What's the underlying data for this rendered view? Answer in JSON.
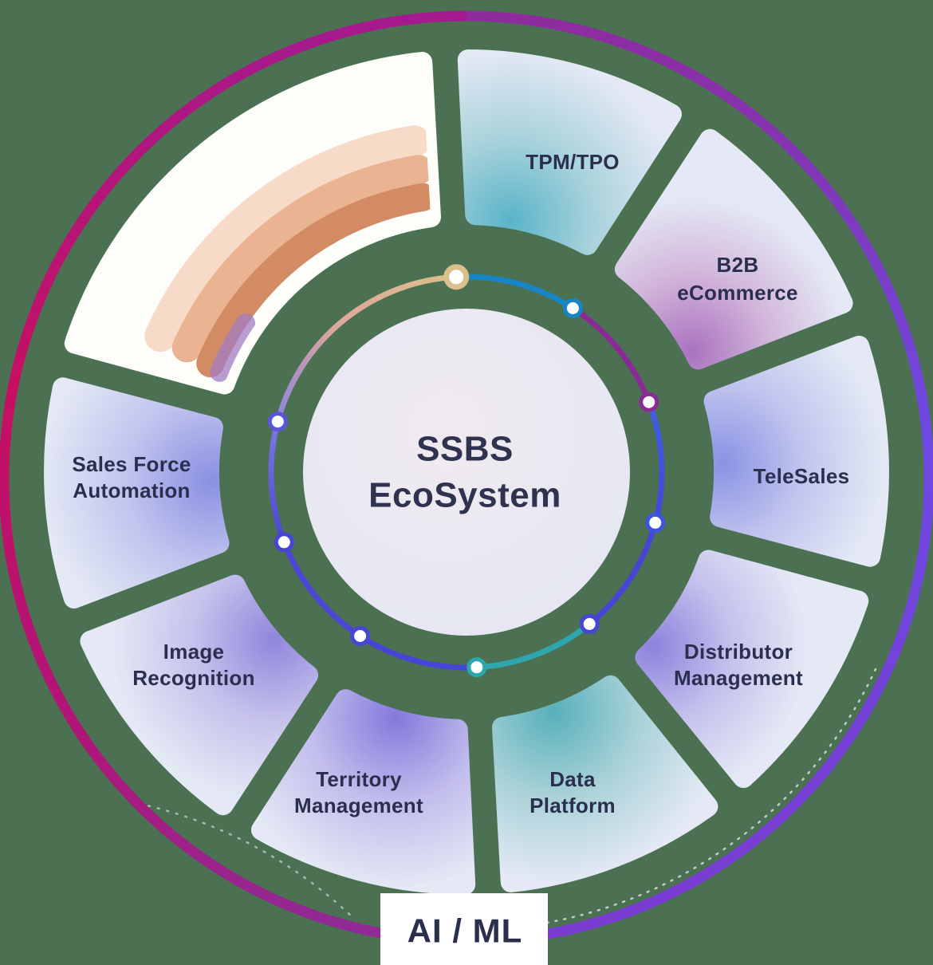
{
  "diagram": {
    "title": {
      "line1": "SSBS",
      "line2": "EcoSystem"
    },
    "badge": {
      "label": "AI / ML"
    },
    "segments": [
      {
        "name": "TPM/TPO",
        "lines": [
          "TPM/TPO",
          ""
        ],
        "glow_color": "#59b4c8"
      },
      {
        "name": "B2B eCommerce",
        "lines": [
          "B2B",
          "eCommerce"
        ],
        "glow_color": "#aa72c0"
      },
      {
        "name": "TeleSales",
        "lines": [
          "TeleSales",
          ""
        ],
        "glow_color": "#8a92e4"
      },
      {
        "name": "Distributor Management",
        "lines": [
          "Distributor",
          "Management"
        ],
        "glow_color": "#8d82dd"
      },
      {
        "name": "Data Platform",
        "lines": [
          "Data",
          "Platform"
        ],
        "glow_color": "#57b0ba"
      },
      {
        "name": "Territory Management",
        "lines": [
          "Territory",
          "Management"
        ],
        "glow_color": "#8379dc"
      },
      {
        "name": "Image Recognition",
        "lines": [
          "Image",
          "Recognition"
        ],
        "glow_color": "#9086dc"
      },
      {
        "name": "Sales Force Automation",
        "lines": [
          "Sales Force",
          "Automation"
        ],
        "glow_color": "#8a90e2"
      }
    ],
    "highlight_segment": {
      "name": "highlight (unlabeled)",
      "fill": "#ffffff",
      "band_colors": [
        "#f7dbc8",
        "#eab391",
        "#d28b63",
        "#a17cc2"
      ]
    },
    "colors": {
      "background": "#4B7152",
      "wedge_base": "#e4e9f5",
      "label_text": "#2b2f4e",
      "outer_ring_magenta": "#c60f63",
      "outer_ring_purple_magenta": "#a21d90",
      "outer_ring_violet": "#6d49e2",
      "inner_ring_blue": "#1886c6",
      "inner_ring_purple": "#8a2a96",
      "inner_ring_indigo": "#4645d6",
      "inner_ring_teal": "#2ea6ad",
      "inner_ring_gold": "#d9c18c",
      "inner_ring_lavender": "#8c85e0",
      "node_fill": "#ffffff",
      "center_disc": "#eae8f2",
      "badge_background": "#ffffff"
    }
  }
}
